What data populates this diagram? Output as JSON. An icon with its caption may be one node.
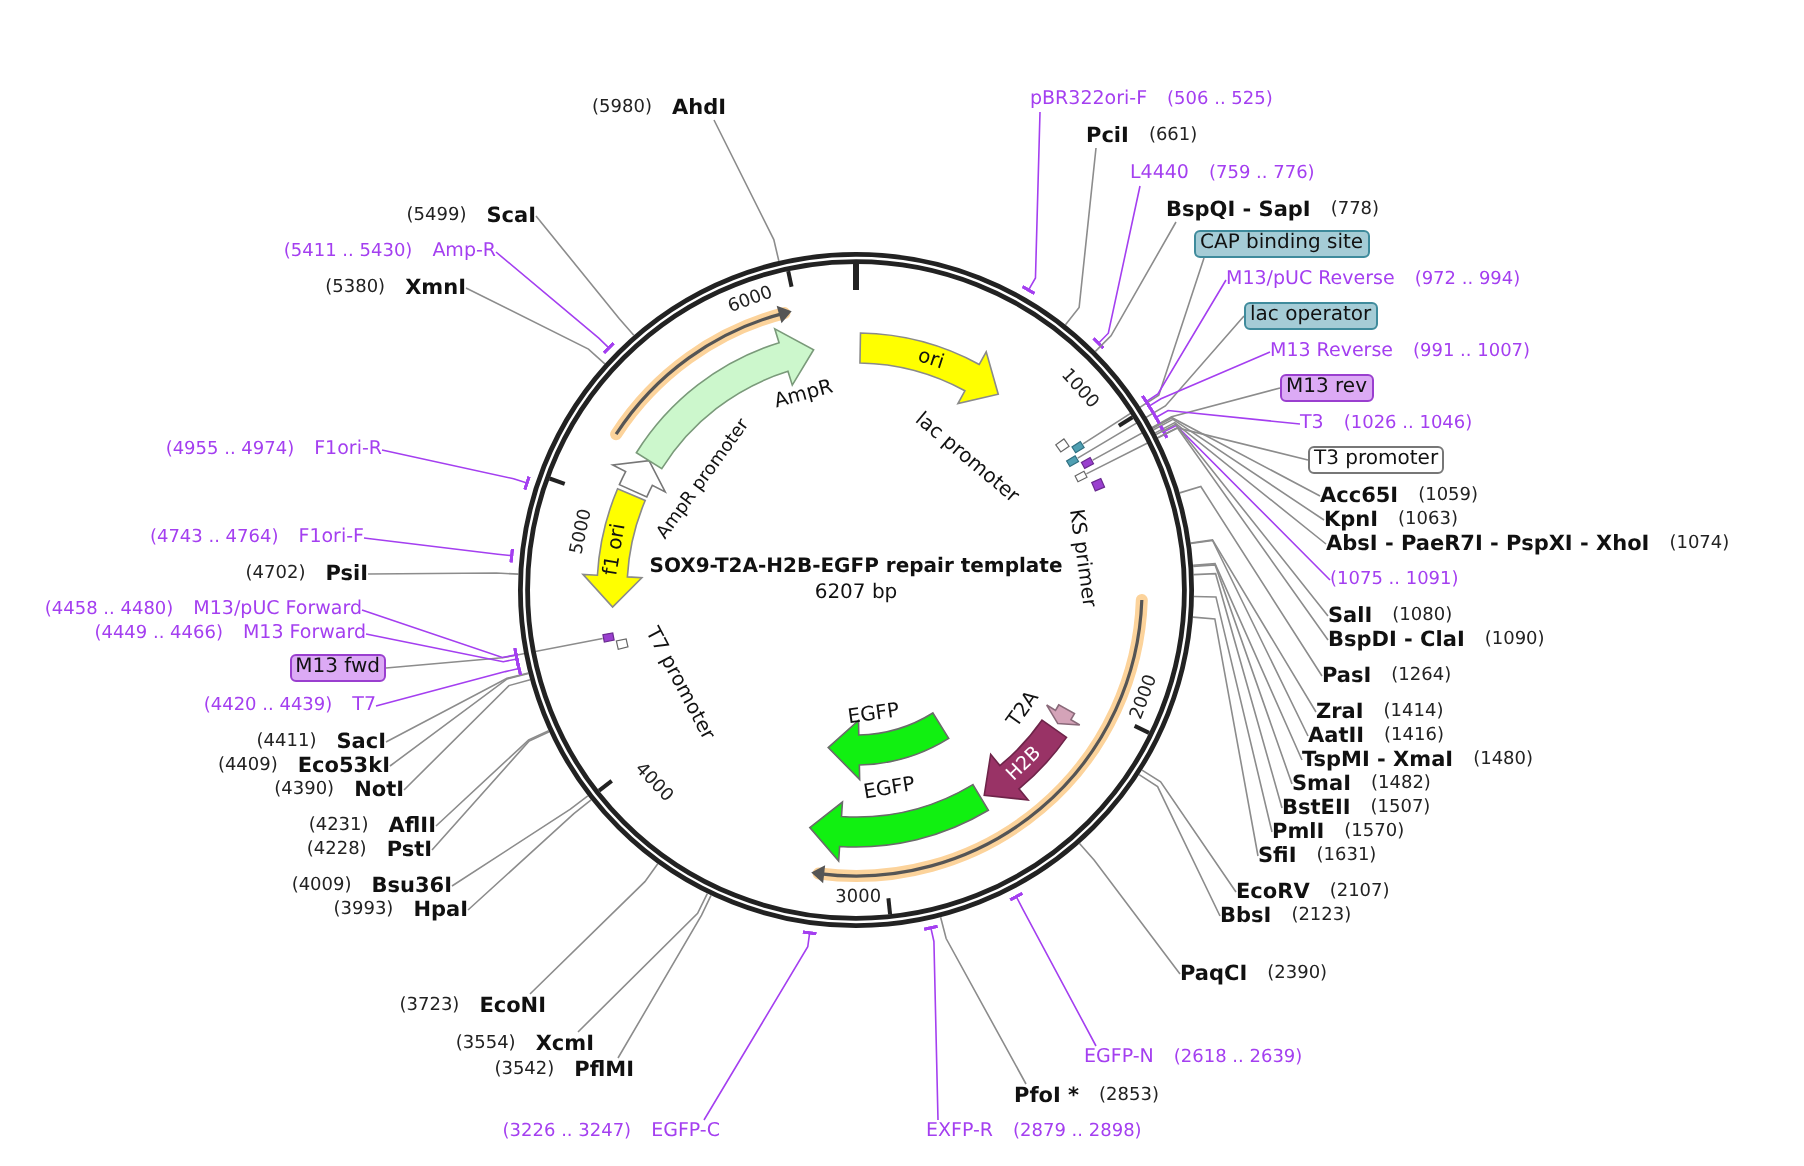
{
  "diagram": {
    "title": "SOX9-T2A-H2B-EGFP repair template",
    "nodes": [
      {
        "text": [],
        "shape": "circle"
      },
      {
        "text": [
          "ori"
        ],
        "in": 0
      },
      {
        "text": [
          "lac promoter"
        ],
        "in": 0
      },
      {
        "text": [
          "KS primer"
        ],
        "in": 0
      },
      {
        "text": [
          "T2A"
        ],
        "in": 0
      },
      {
        "text": [
          "H2B"
        ],
        "in": 0
      },
      {
        "text": [
          "EGFP"
        ],
        "in": 0
      },
      {
        "text": [
          "EGFP"
        ],
        "in": 0
      },
      {
        "text": [
          "T7 promoter"
        ],
        "in": 0
      },
      {
        "text": [
          "f1 ori"
        ],
        "in": 0
      },
      {
        "text": [
          "AmpR promoter"
        ],
        "in": 0
      },
      {
        "text": [
          "AmpR"
        ],
        "in": 0
      },
      {
        "text": [
          "pBR322ori-F",
          "(506 .. 525)"
        ]
      },
      {
        "text": [
          "PciI",
          "(661)"
        ]
      },
      {
        "text": [
          "L4440",
          "(759 .. 776)"
        ]
      },
      {
        "text": [
          "BspQI - SapI",
          "(778)"
        ]
      },
      {
        "text": [
          "CAP binding site"
        ]
      },
      {
        "text": [
          "M13/pUC Reverse",
          "(972 .. 994)"
        ]
      },
      {
        "text": [
          "lac operator"
        ]
      },
      {
        "text": [
          "M13 Reverse",
          "(991 .. 1007)"
        ]
      },
      {
        "text": [
          "M13 rev"
        ]
      },
      {
        "text": [
          "T3",
          "(1026 .. 1046)"
        ]
      },
      {
        "text": [
          "T3 promoter"
        ]
      },
      {
        "text": [
          "Acc65I",
          "(1059)"
        ]
      },
      {
        "text": [
          "KpnI",
          "(1063)"
        ]
      },
      {
        "text": [
          "AbsI - PaeR7I - PspXI - XhoI",
          "(1074)"
        ]
      },
      {
        "text": [
          "(1075 .. 1091)"
        ]
      },
      {
        "text": [
          "SalI",
          "(1080)"
        ]
      },
      {
        "text": [
          "BspDI - ClaI",
          "(1090)"
        ]
      },
      {
        "text": [
          "PasI",
          "(1264)"
        ]
      },
      {
        "text": [
          "ZraI",
          "(1414)"
        ]
      },
      {
        "text": [
          "AatII",
          "(1416)"
        ]
      },
      {
        "text": [
          "TspMI - XmaI",
          "(1480)"
        ]
      },
      {
        "text": [
          "SmaI",
          "(1482)"
        ]
      },
      {
        "text": [
          "BstEII",
          "(1507)"
        ]
      },
      {
        "text": [
          "PmlI",
          "(1570)"
        ]
      },
      {
        "text": [
          "SfiI",
          "(1631)"
        ]
      },
      {
        "text": [
          "EcoRV",
          "(2107)"
        ]
      },
      {
        "text": [
          "BbsI",
          "(2123)"
        ]
      },
      {
        "text": [
          "PaqCI",
          "(2390)"
        ]
      },
      {
        "text": [
          "EGFP-N",
          "(2618 .. 2639)"
        ]
      },
      {
        "text": [
          "PfoI *",
          "(2853)"
        ]
      },
      {
        "text": [
          "EXFP-R",
          "(2879 .. 2898)"
        ]
      },
      {
        "text": [
          "(3226 .. 3247)",
          "EGFP-C"
        ]
      },
      {
        "text": [
          "(3542)",
          "PflMI"
        ]
      },
      {
        "text": [
          "(3554)",
          "XcmI"
        ]
      },
      {
        "text": [
          "(3723)",
          "EcoNI"
        ]
      },
      {
        "text": [
          "(3993)",
          "HpaI"
        ]
      },
      {
        "text": [
          "(4009)",
          "Bsu36I"
        ]
      },
      {
        "text": [
          "(4228)",
          "PstI"
        ]
      },
      {
        "text": [
          "(4231)",
          "AflII"
        ]
      },
      {
        "text": [
          "(4390)",
          "NotI"
        ]
      },
      {
        "text": [
          "(4409)",
          "Eco53kI"
        ]
      },
      {
        "text": [
          "(4411)",
          "SacI"
        ]
      },
      {
        "text": [
          "(4420 .. 4439)",
          "T7"
        ]
      },
      {
        "text": [
          "M13 fwd"
        ]
      },
      {
        "text": [
          "(4449 .. 4466)",
          "M13 Forward"
        ]
      },
      {
        "text": [
          "(4458 .. 4480)",
          "M13/pUC Forward"
        ]
      },
      {
        "text": [
          "(4702)",
          "PsiI"
        ]
      },
      {
        "text": [
          "(4743 .. 4764)",
          "F1ori-F"
        ]
      },
      {
        "text": [
          "(4955 .. 4974)",
          "F1ori-R"
        ]
      },
      {
        "text": [
          "(5380)",
          "XmnI"
        ]
      },
      {
        "text": [
          "(5411 .. 5430)",
          "Amp-R"
        ]
      },
      {
        "text": [
          "(5499)",
          "ScaI"
        ]
      },
      {
        "text": [
          "(5980)",
          "AhdI"
        ]
      },
      {
        "text": [],
        "shape": "bar",
        "in": 0
      },
      {
        "text": [],
        "shape": "bar",
        "in": 0
      },
      {
        "text": [],
        "shape": "bar",
        "in": 0
      },
      {
        "text": [],
        "shape": "bar",
        "in": 0
      },
      {
        "text": [],
        "shape": "bar",
        "in": 0
      }
    ],
    "edges": [
      {
        "from": 12,
        "to": 0,
        "arrow": "other",
        "color": "#a43ff0"
      },
      {
        "from": 13,
        "to": 0,
        "arrow": "none"
      },
      {
        "from": 14,
        "to": 0,
        "arrow": "other",
        "color": "#a43ff0"
      },
      {
        "from": 15,
        "to": 0,
        "arrow": "none"
      },
      {
        "from": 16,
        "to": 65,
        "arrow": "none"
      },
      {
        "from": 17,
        "to": 0,
        "arrow": "other",
        "color": "#a43ff0"
      },
      {
        "from": 18,
        "to": 66,
        "arrow": "none"
      },
      {
        "from": 19,
        "to": 0,
        "arrow": "other",
        "color": "#a43ff0"
      },
      {
        "from": 20,
        "to": 67,
        "arrow": "none"
      },
      {
        "from": 21,
        "to": 0,
        "arrow": "other",
        "color": "#a43ff0"
      },
      {
        "from": 22,
        "to": 68,
        "arrow": "none"
      },
      {
        "from": 23,
        "to": 0,
        "arrow": "none"
      },
      {
        "from": 24,
        "to": 0,
        "arrow": "none"
      },
      {
        "from": 25,
        "to": 0,
        "arrow": "none"
      },
      {
        "from": 26,
        "to": 0,
        "arrow": "other",
        "color": "#a43ff0"
      },
      {
        "from": 27,
        "to": 0,
        "arrow": "none"
      },
      {
        "from": 28,
        "to": 0,
        "arrow": "none"
      },
      {
        "from": 29,
        "to": 0,
        "arrow": "none"
      },
      {
        "from": 30,
        "to": 0,
        "arrow": "none"
      },
      {
        "from": 31,
        "to": 0,
        "arrow": "none"
      },
      {
        "from": 32,
        "to": 0,
        "arrow": "none"
      },
      {
        "from": 33,
        "to": 0,
        "arrow": "none"
      },
      {
        "from": 34,
        "to": 0,
        "arrow": "none"
      },
      {
        "from": 35,
        "to": 0,
        "arrow": "none"
      },
      {
        "from": 36,
        "to": 0,
        "arrow": "none"
      },
      {
        "from": 37,
        "to": 0,
        "arrow": "none"
      },
      {
        "from": 38,
        "to": 0,
        "arrow": "none"
      },
      {
        "from": 39,
        "to": 0,
        "arrow": "none"
      },
      {
        "from": 40,
        "to": 0,
        "arrow": "other",
        "color": "#a43ff0"
      },
      {
        "from": 41,
        "to": 0,
        "arrow": "none"
      },
      {
        "from": 42,
        "to": 0,
        "arrow": "other",
        "color": "#a43ff0"
      },
      {
        "from": 43,
        "to": 0,
        "arrow": "other",
        "color": "#a43ff0"
      },
      {
        "from": 44,
        "to": 0,
        "arrow": "none"
      },
      {
        "from": 45,
        "to": 0,
        "arrow": "none"
      },
      {
        "from": 46,
        "to": 0,
        "arrow": "none"
      },
      {
        "from": 47,
        "to": 0,
        "arrow": "none"
      },
      {
        "from": 48,
        "to": 0,
        "arrow": "none"
      },
      {
        "from": 49,
        "to": 0,
        "arrow": "none"
      },
      {
        "from": 50,
        "to": 0,
        "arrow": "none"
      },
      {
        "from": 51,
        "to": 0,
        "arrow": "none"
      },
      {
        "from": 52,
        "to": 0,
        "arrow": "none"
      },
      {
        "from": 53,
        "to": 0,
        "arrow": "none"
      },
      {
        "from": 54,
        "to": 0,
        "arrow": "other",
        "color": "#a43ff0"
      },
      {
        "from": 55,
        "to": 69,
        "arrow": "none"
      },
      {
        "from": 56,
        "to": 0,
        "arrow": "other",
        "color": "#a43ff0"
      },
      {
        "from": 57,
        "to": 0,
        "arrow": "other",
        "color": "#a43ff0"
      },
      {
        "from": 58,
        "to": 0,
        "arrow": "none"
      },
      {
        "from": 59,
        "to": 0,
        "arrow": "other",
        "color": "#a43ff0"
      },
      {
        "from": 60,
        "to": 0,
        "arrow": "other",
        "color": "#a43ff0"
      },
      {
        "from": 61,
        "to": 0,
        "arrow": "none"
      },
      {
        "from": 62,
        "to": 0,
        "arrow": "other",
        "color": "#a43ff0"
      },
      {
        "from": 63,
        "to": 0,
        "arrow": "none"
      },
      {
        "from": 64,
        "to": 0,
        "arrow": "none"
      }
    ],
    "labels": [
      "6207 bp",
      "1000",
      "2000",
      "3000",
      "4000",
      "5000",
      "6000"
    ]
  }
}
